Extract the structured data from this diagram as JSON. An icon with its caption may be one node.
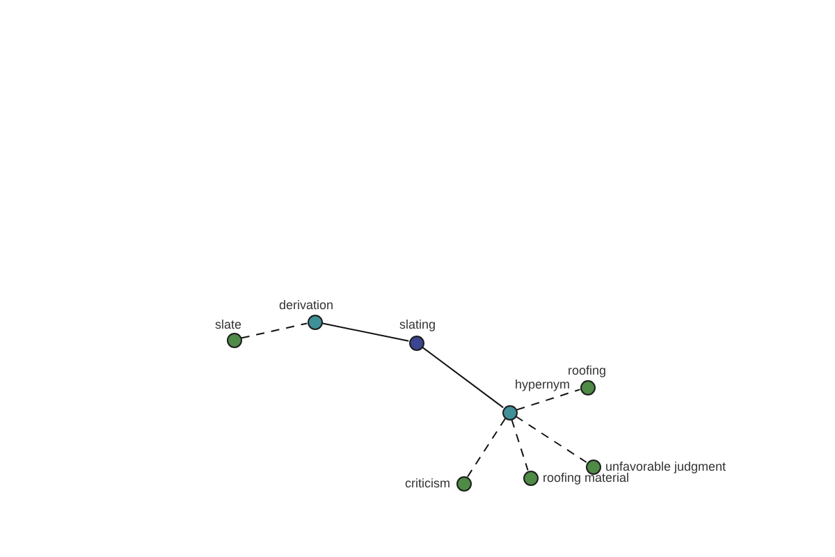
{
  "diagram": {
    "nodes": [
      {
        "text": [
          "slate"
        ]
      },
      {
        "text": [
          "derivation"
        ]
      },
      {
        "text": [
          "slating"
        ]
      },
      {
        "text": [
          "hypernym"
        ]
      },
      {
        "text": [
          "roofing"
        ]
      },
      {
        "text": [
          "criticism"
        ]
      },
      {
        "text": [
          "roofing material"
        ]
      },
      {
        "text": [
          "unfavorable judgment"
        ]
      }
    ],
    "edges": [
      {
        "from": 0,
        "to": 1,
        "arrow": "none",
        "style": "dashed"
      },
      {
        "from": 1,
        "to": 2,
        "arrow": "none"
      },
      {
        "from": 2,
        "to": 3,
        "arrow": "none"
      },
      {
        "from": 3,
        "to": 4,
        "arrow": "none",
        "style": "dashed"
      },
      {
        "from": 3,
        "to": 5,
        "arrow": "none",
        "style": "dashed"
      },
      {
        "from": 3,
        "to": 6,
        "arrow": "none",
        "style": "dashed"
      },
      {
        "from": 3,
        "to": 7,
        "arrow": "none",
        "style": "dashed"
      }
    ]
  }
}
